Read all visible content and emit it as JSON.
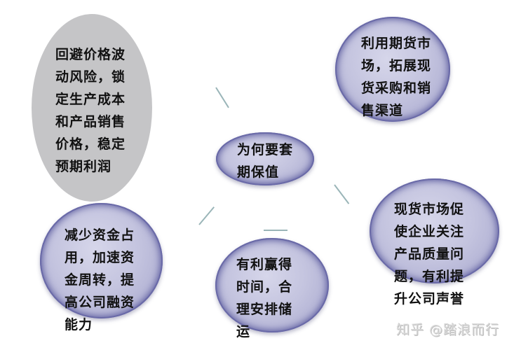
{
  "diagram": {
    "center": {
      "label": "为何要套\n期保值"
    },
    "nodes": [
      {
        "id": "top-left",
        "label": "回避价格波\n动风险，锁\n定生产成本\n和产品销售\n价格，稳定\n预期利润",
        "style": "grey"
      },
      {
        "id": "top-right",
        "label": "利用期货市\n场，拓展现\n货采购和销\n售渠道",
        "style": "blue"
      },
      {
        "id": "right",
        "label": "现货市场促\n使企业关注\n产品质量问\n题，有利提\n升公司声誉",
        "style": "blue"
      },
      {
        "id": "bottom",
        "label": "有利赢得\n时间，合\n理安排储\n运",
        "style": "blue"
      },
      {
        "id": "bottom-left",
        "label": "减少资金占\n用，加速资\n金周转，提\n高公司融资\n能力",
        "style": "blue"
      }
    ],
    "colors": {
      "node_fill": "#c4c4df",
      "node_border": "#6a6aa8",
      "grey_fill": "#c5c5c7",
      "connector": "#9ab5b8"
    }
  },
  "watermark": "知乎 @踏浪而行"
}
